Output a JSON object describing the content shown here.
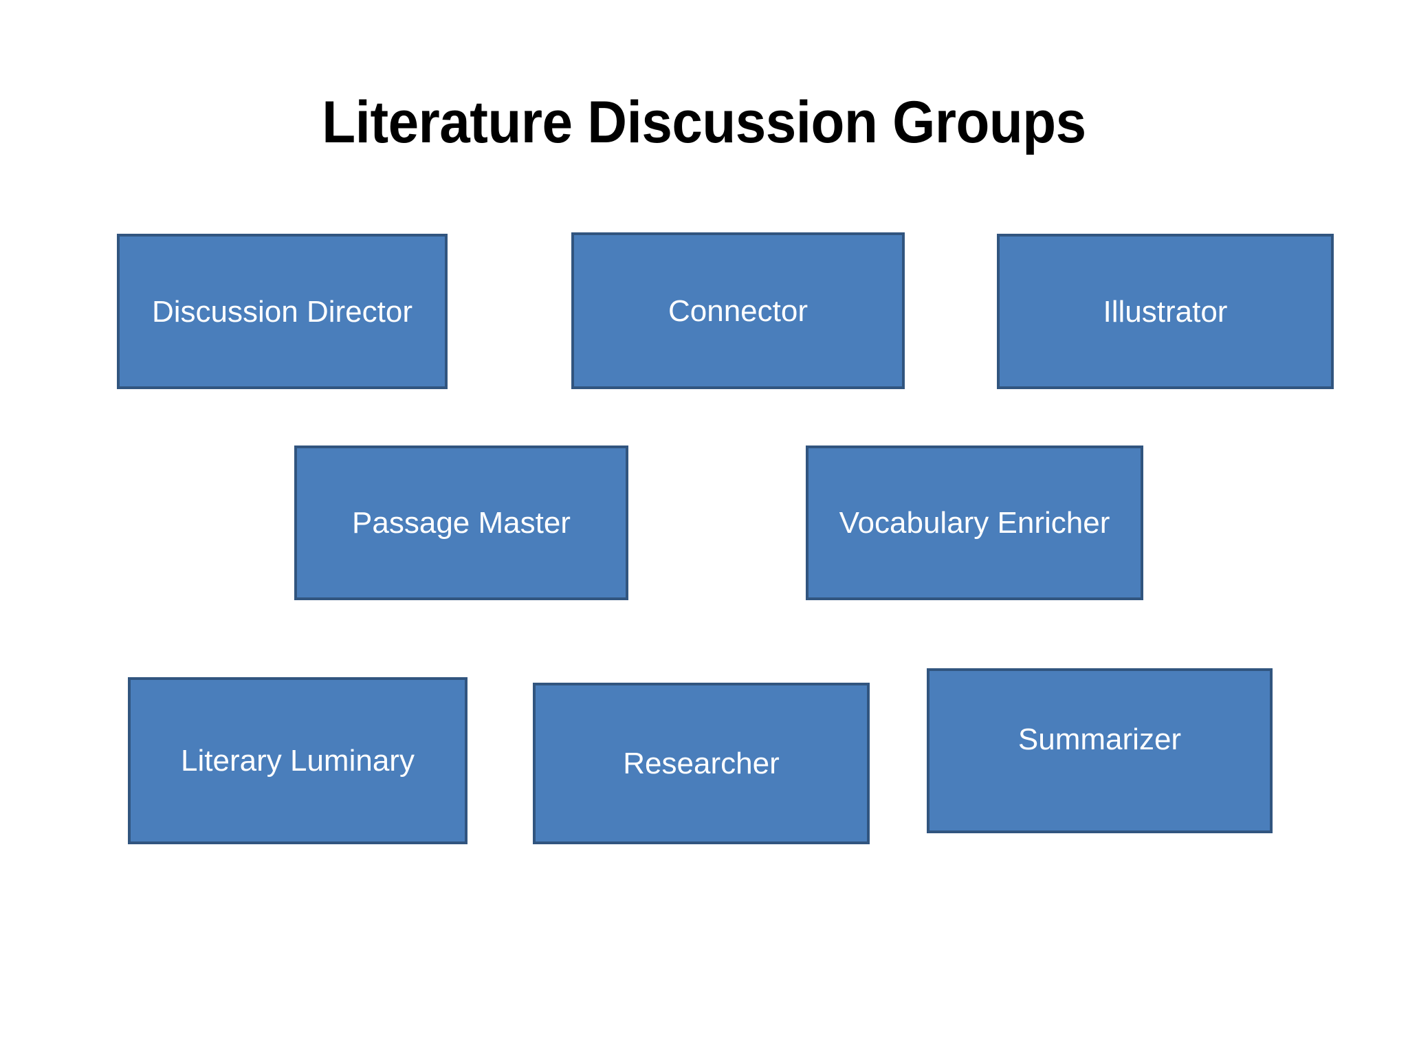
{
  "slide": {
    "title": "Literature Discussion Groups",
    "background_color": "#ffffff",
    "title_color": "#000000",
    "box_fill_color": "#4a7ebb",
    "box_border_color": "#31557f",
    "box_text_color": "#ffffff"
  },
  "roles": [
    {
      "label": "Discussion Director",
      "row": 1,
      "column": 1
    },
    {
      "label": "Connector",
      "row": 1,
      "column": 2
    },
    {
      "label": "Illustrator",
      "row": 1,
      "column": 3
    },
    {
      "label": "Passage Master",
      "row": 2,
      "column": 1
    },
    {
      "label": "Vocabulary Enricher",
      "row": 2,
      "column": 2
    },
    {
      "label": "Literary Luminary",
      "row": 3,
      "column": 1
    },
    {
      "label": "Researcher",
      "row": 3,
      "column": 2
    },
    {
      "label": "Summarizer",
      "row": 3,
      "column": 3
    }
  ]
}
